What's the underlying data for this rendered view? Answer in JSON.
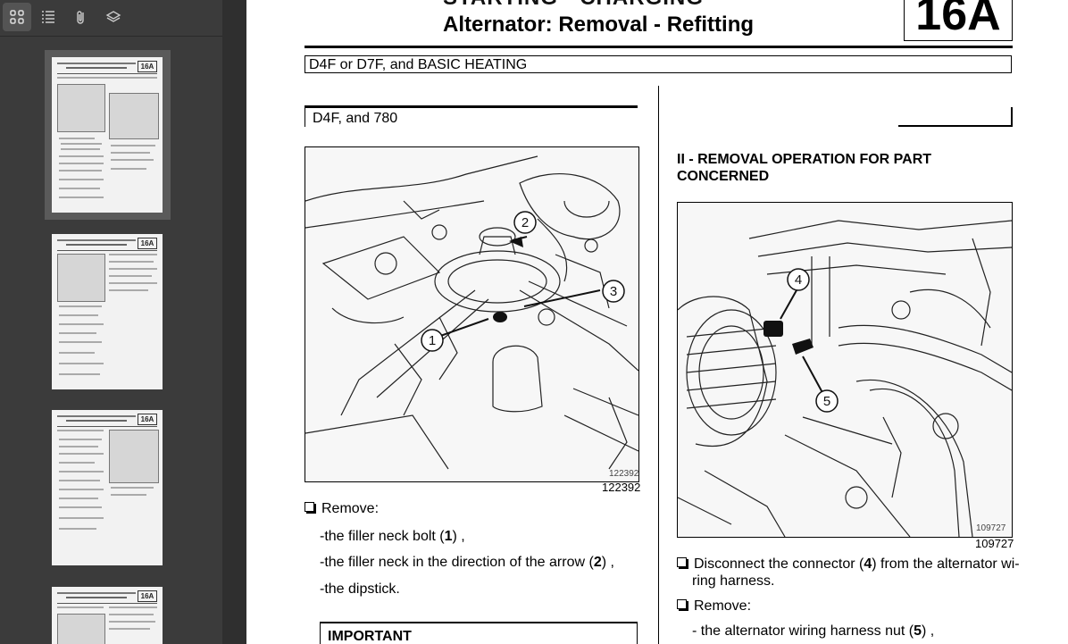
{
  "sidebar": {
    "toolbar": [
      {
        "name": "thumbnails-view-button",
        "icon": "grid-icon",
        "active": true
      },
      {
        "name": "outline-view-button",
        "icon": "list-icon",
        "active": false
      },
      {
        "name": "attachments-view-button",
        "icon": "paperclip-icon",
        "active": false
      },
      {
        "name": "layers-view-button",
        "icon": "layers-icon",
        "active": false
      }
    ],
    "thumbnails": [
      {
        "badge": "16A",
        "selected": true
      },
      {
        "badge": "16A",
        "selected": false
      },
      {
        "badge": "16A",
        "selected": false
      },
      {
        "badge": "16A",
        "selected": false
      }
    ]
  },
  "document": {
    "section_title": "STARTING - CHARGING",
    "title": "Alternator: Removal - Refitting",
    "badge": "16A",
    "applicability": "D4F or D7F, and BASIC HEATING",
    "left": {
      "sub_applicability": "D4F, and 780",
      "figure_number": "122392",
      "figure_inset_number": "122392",
      "callouts": [
        "1",
        "2",
        "3"
      ],
      "remove_label": "Remove:",
      "items": [
        {
          "pre": "the filler neck bolt (",
          "num": "1",
          "post": ") ,"
        },
        {
          "pre": "the filler neck in the direction of the arrow (",
          "num": "2",
          "post": ") ,"
        },
        {
          "pre": "the dipstick.",
          "num": "",
          "post": ""
        }
      ],
      "important_label": "IMPORTANT"
    },
    "right": {
      "heading": "II - REMOVAL OPERATION FOR PART CONCERNED",
      "figure_number": "109727",
      "figure_inset_number": "109727",
      "callouts": [
        "4",
        "5"
      ],
      "disconnect": {
        "pre": "Disconnect the connector (",
        "num": "4",
        "post": ") from the alternator wi-",
        "line2": "ring harness."
      },
      "remove_label": "Remove:",
      "items": [
        {
          "pre": "the alternator wiring harness nut (",
          "num": "5",
          "post": ") ,"
        }
      ]
    }
  }
}
